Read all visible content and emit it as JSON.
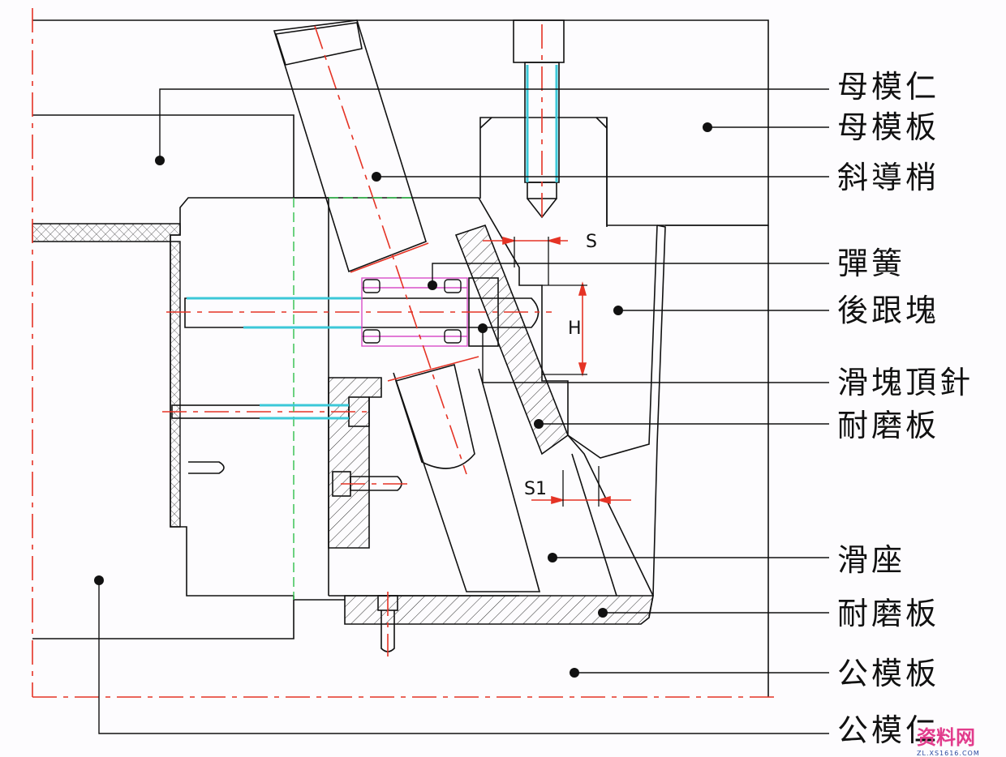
{
  "labels": {
    "cavity_insert": "母模仁",
    "cavity_plate": "母模板",
    "angle_pin": "斜導梢",
    "spring": "彈簧",
    "heel_block": "後跟塊",
    "slide_ejector_pin": "滑塊頂針",
    "wear_plate_1": "耐磨板",
    "slide_seat": "滑座",
    "wear_plate_2": "耐磨板",
    "core_plate": "公模板",
    "core_insert": "公模仁"
  },
  "dimensions": {
    "s": "S",
    "h": "H",
    "s1": "S1"
  },
  "watermark": {
    "text": "资料网",
    "sub": "ZL.XS1616.COM"
  },
  "colors": {
    "line": "#111111",
    "centerline": "#e53325",
    "green_centerline": "#2fbf4a",
    "cyan": "#3cc8d8",
    "spring": "#d84fc8"
  }
}
